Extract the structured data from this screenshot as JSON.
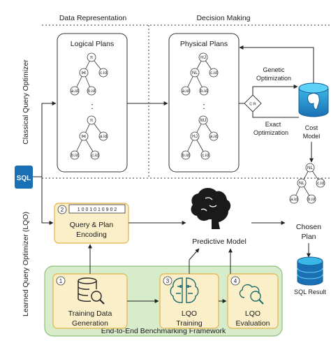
{
  "header": {
    "col_left": "Data Representation",
    "col_right": "Decision Making"
  },
  "rows": {
    "top": "Classical Query  Optimizer",
    "bottom": "Learned Query  Optimizer (LQO)"
  },
  "classical": {
    "logical_plans_title": "Logical Plans",
    "physical_plans_title": "Physical Plans",
    "genetic_label_1": "Genetic",
    "genetic_label_2": "Optimization",
    "exact_label_1": "Exact",
    "exact_label_2": "Optimization",
    "cost_model_1": "Cost",
    "cost_model_2": "Model",
    "decision_node": "C R",
    "dots": ":"
  },
  "logical_tree_1": {
    "root": "π",
    "join": "⋈",
    "leaf_a": "a.id",
    "leaf_b": "b.id",
    "leaf_c": "c.id"
  },
  "logical_tree_2": {
    "root": "π",
    "join": "⋈",
    "leaf_a": "a.id",
    "leaf_b": "b.id",
    "leaf_c": "c.id"
  },
  "physical_tree_1": {
    "root": "HJ",
    "join": "NL",
    "leaf_a": "a.id",
    "leaf_b": "b.id",
    "leaf_c": "c.id"
  },
  "physical_tree_2": {
    "root": "MJ",
    "join": "HJ",
    "leaf_a": "a.id",
    "leaf_b": "b.id",
    "leaf_c": "c.id"
  },
  "chosen_tree": {
    "root": "NL",
    "join": "NL",
    "leaf_a": "a.id",
    "leaf_b": "b.id",
    "leaf_c": "c.id"
  },
  "sql_badge": "SQL",
  "learned": {
    "step2_num": "2",
    "encoding_bits": "1 0 0 1 0 1 0 9 0 2",
    "encoding_label_1": "Query & Plan",
    "encoding_label_2": "Encoding",
    "predictive_model": "Predictive Model",
    "chosen_plan_1": "Chosen",
    "chosen_plan_2": "Plan",
    "sql_result": "SQL Result",
    "framework_title": "End-to-End Benchmarking Framework",
    "step1_num": "1",
    "step1_label_1": "Training Data",
    "step1_label_2": "Generation",
    "step3_num": "3",
    "step3_label_1": "LQO",
    "step3_label_2": "Training",
    "step4_num": "4",
    "step4_label_1": "LQO",
    "step4_label_2": "Evaluation"
  },
  "colors": {
    "panel_yellow": "#fbefc9",
    "panel_yellow_border": "#e2b24a",
    "panel_green": "#d7eccb",
    "panel_green_border": "#8fbe7a",
    "db_blue": "#1b6fb4",
    "db_cyan": "#3ab7e6"
  }
}
